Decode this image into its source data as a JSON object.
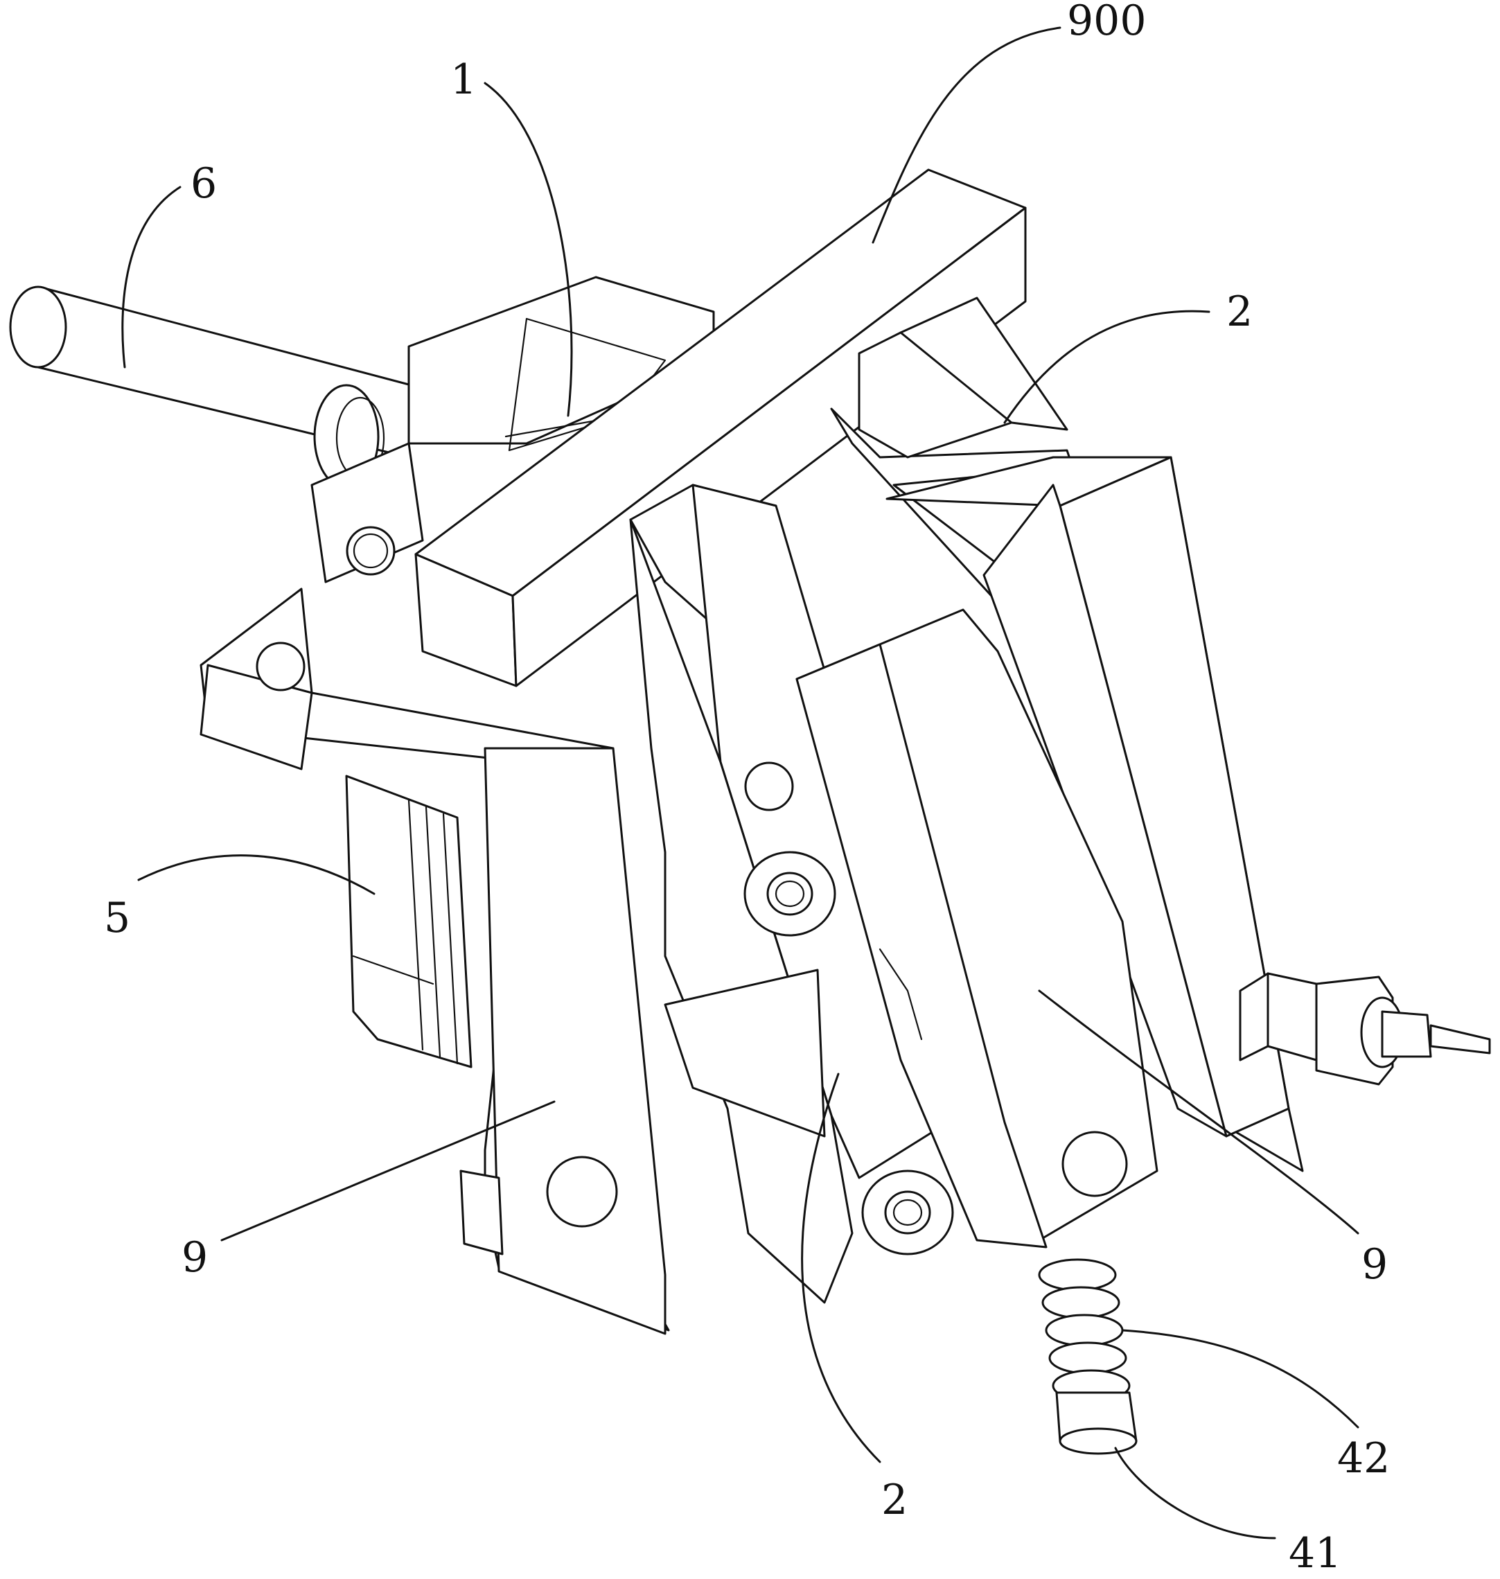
{
  "labels": [
    {
      "id": "label-900",
      "text": "900"
    },
    {
      "id": "label-1",
      "text": "1"
    },
    {
      "id": "label-6",
      "text": "6"
    },
    {
      "id": "label-2-top",
      "text": "2"
    },
    {
      "id": "label-5",
      "text": "5"
    },
    {
      "id": "label-9-left",
      "text": "9"
    },
    {
      "id": "label-9-right",
      "text": "9"
    },
    {
      "id": "label-2-bottom",
      "text": "2"
    },
    {
      "id": "label-42",
      "text": "42"
    },
    {
      "id": "label-41",
      "text": "41"
    }
  ]
}
